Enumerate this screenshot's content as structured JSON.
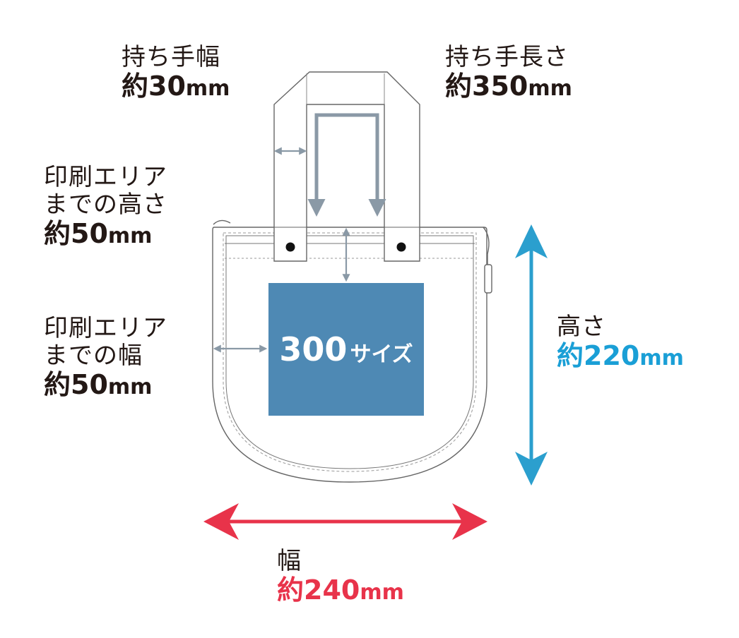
{
  "handle_width": {
    "caption": "持ち手幅",
    "prefix": "約",
    "number": "30",
    "unit": "mm"
  },
  "handle_length": {
    "caption": "持ち手長さ",
    "prefix": "約",
    "number": "350",
    "unit": "mm"
  },
  "print_top": {
    "caption_line1": "印刷エリア",
    "caption_line2": "までの高さ",
    "prefix": "約",
    "number": "50",
    "unit": "mm"
  },
  "print_side": {
    "caption_line1": "印刷エリア",
    "caption_line2": "までの幅",
    "prefix": "約",
    "number": "50",
    "unit": "mm"
  },
  "height": {
    "caption": "高さ",
    "prefix": "約",
    "number": "220",
    "unit": "mm",
    "color": "#1a9fd6"
  },
  "width": {
    "caption": "幅",
    "prefix": "約",
    "number": "240",
    "unit": "mm",
    "color": "#e8334a"
  },
  "print_area": {
    "number": "300",
    "suffix": "サイズ",
    "fill": "#4e89b4"
  },
  "colors": {
    "outline": "#555555",
    "inner_arrow": "#8a99a6",
    "text": "#231815"
  }
}
